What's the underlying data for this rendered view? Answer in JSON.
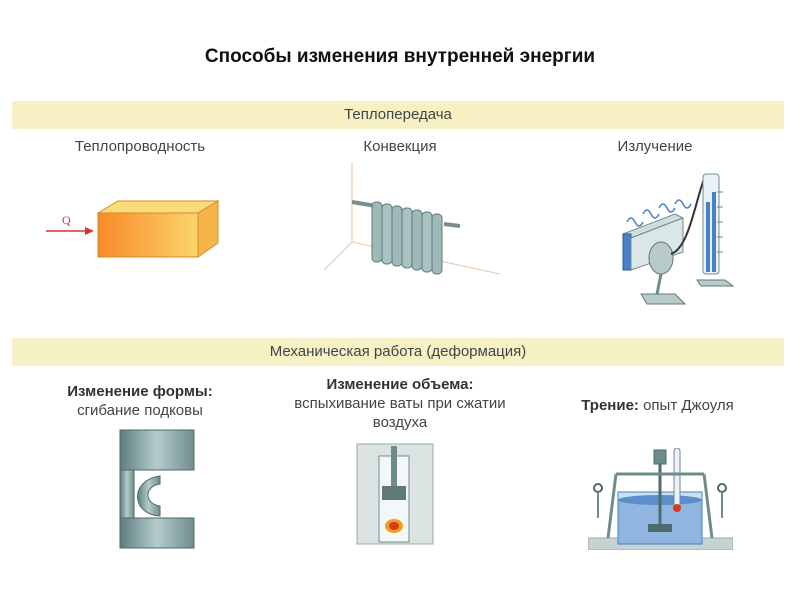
{
  "title": "Способы изменения внутренней энергии",
  "heat_transfer": {
    "header": "Теплопередача",
    "items": [
      {
        "label": "Теплопроводность",
        "symbol": "Q"
      },
      {
        "label": "Конвекция"
      },
      {
        "label": "Излучение"
      }
    ]
  },
  "mechanical_work": {
    "header": "Механическая работа (деформация)",
    "items": [
      {
        "label_bold": "Изменение формы:",
        "label_rest": "сгибание подковы"
      },
      {
        "label_bold": "Изменение объема:",
        "label_rest": "вспыхивание ваты при сжатии воздуха"
      },
      {
        "label_bold": "Трение:",
        "label_rest": "опыт Джоуля"
      }
    ]
  },
  "colors": {
    "band": "#f7f0c4",
    "metal": "#6f8c8c",
    "heat_block": "#f7a23a",
    "water": "#5b8fc9"
  }
}
